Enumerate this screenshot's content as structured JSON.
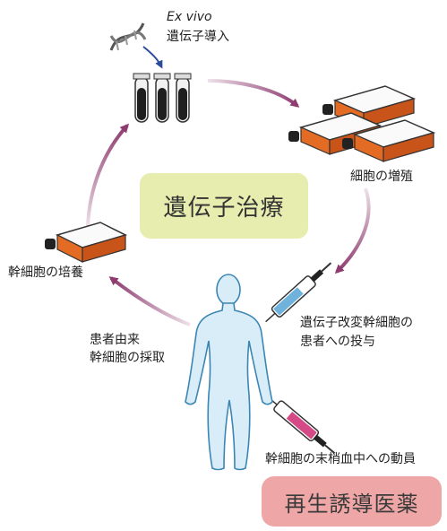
{
  "diagram": {
    "center_title": "遺伝子治療",
    "bottom_title": "再生誘導医薬",
    "labels": {
      "ex_vivo": "Ex vivo",
      "gene_transfer": "遺伝子導入",
      "cell_expansion": "細胞の増殖",
      "stem_cell_culture": "幹細胞の培養",
      "harvest_line1": "患者由来",
      "harvest_line2": "幹細胞の採取",
      "administer_line1": "遺伝子改変幹細胞の",
      "administer_line2": "患者への投与",
      "mobilization": "幹細胞の末梢血中への動員"
    },
    "icons": [
      "dna-icon",
      "test-tubes-icon",
      "culture-flask-icon",
      "syringe-icon",
      "human-body-icon"
    ],
    "colors": {
      "arrow": "#8e3b6f",
      "flask_medium": "#e46b24",
      "body_fill": "#d8edf8",
      "body_stroke": "#3c86b4",
      "center_box": "#e6edaf",
      "bottom_box": "#efa6a6",
      "syringe_blue": "#6fb3dd",
      "syringe_pink": "#d54a86"
    }
  }
}
